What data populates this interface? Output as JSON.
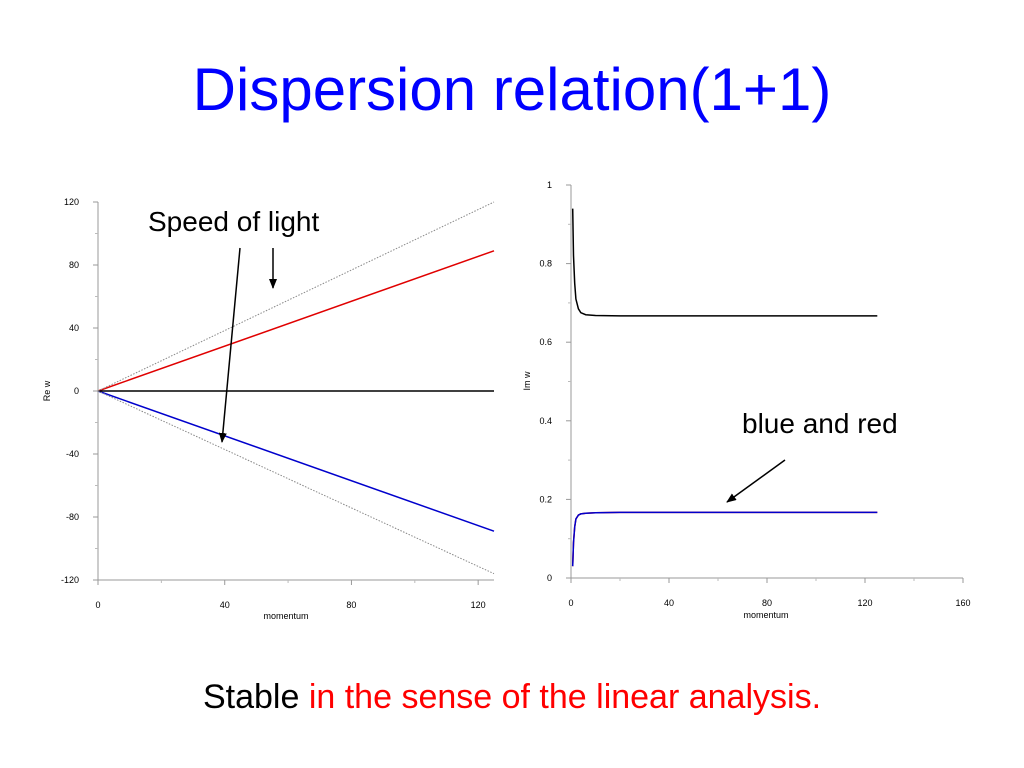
{
  "slide": {
    "title": "Dispersion relation(1+1)",
    "annotations": {
      "speed_of_light": "Speed of light",
      "blue_and_red": "blue and red"
    },
    "caption": {
      "part1": "Stable ",
      "part2": "in the sense of the linear analysis."
    },
    "colors": {
      "title": "#0000ff",
      "caption_highlight": "#ff0000"
    }
  },
  "chart_data": [
    {
      "type": "line",
      "xlabel": "momentum",
      "ylabel": "Re w",
      "xlim": [
        0,
        125
      ],
      "ylim": [
        -120,
        120
      ],
      "xticks": [
        0,
        40,
        80,
        120
      ],
      "yticks": [
        -120,
        -80,
        -40,
        0,
        40,
        80,
        120
      ],
      "grid": false,
      "series": [
        {
          "color": "#e00000",
          "style": "solid",
          "x": [
            0,
            125
          ],
          "y": [
            0,
            89
          ]
        },
        {
          "color": "#0000cc",
          "style": "solid",
          "x": [
            0,
            125
          ],
          "y": [
            0,
            -89
          ]
        },
        {
          "color": "#000000",
          "style": "solid",
          "x": [
            0,
            125
          ],
          "y": [
            0,
            0
          ]
        },
        {
          "color": "#888888",
          "style": "dotted",
          "x": [
            0,
            125
          ],
          "y": [
            0,
            120
          ]
        },
        {
          "color": "#888888",
          "style": "dotted",
          "x": [
            0,
            125
          ],
          "y": [
            0,
            -116
          ]
        }
      ]
    },
    {
      "type": "line",
      "xlabel": "momentum",
      "ylabel": "Im w",
      "xlim": [
        0,
        160
      ],
      "ylim": [
        0,
        1
      ],
      "xticks": [
        0,
        40,
        80,
        120,
        160
      ],
      "yticks": [
        0,
        0.2,
        0.4,
        0.6,
        0.8,
        1
      ],
      "grid": false,
      "series": [
        {
          "color": "#000000",
          "style": "solid",
          "x": [
            0.7,
            1,
            1.5,
            2,
            3,
            4,
            6,
            10,
            20,
            40,
            80,
            125
          ],
          "y": [
            0.94,
            0.82,
            0.75,
            0.71,
            0.685,
            0.675,
            0.67,
            0.668,
            0.667,
            0.667,
            0.667,
            0.667
          ]
        },
        {
          "color": "#e00000",
          "style": "solid",
          "x": [
            0.7,
            1,
            1.5,
            2,
            3,
            4,
            6,
            10,
            20,
            40,
            80,
            125
          ],
          "y": [
            0.03,
            0.09,
            0.13,
            0.15,
            0.16,
            0.163,
            0.165,
            0.166,
            0.167,
            0.167,
            0.167,
            0.167
          ]
        },
        {
          "color": "#0000cc",
          "style": "solid",
          "x": [
            0.7,
            1,
            1.5,
            2,
            3,
            4,
            6,
            10,
            20,
            40,
            80,
            125
          ],
          "y": [
            0.03,
            0.09,
            0.13,
            0.15,
            0.16,
            0.163,
            0.165,
            0.166,
            0.167,
            0.167,
            0.167,
            0.167
          ]
        }
      ]
    }
  ]
}
